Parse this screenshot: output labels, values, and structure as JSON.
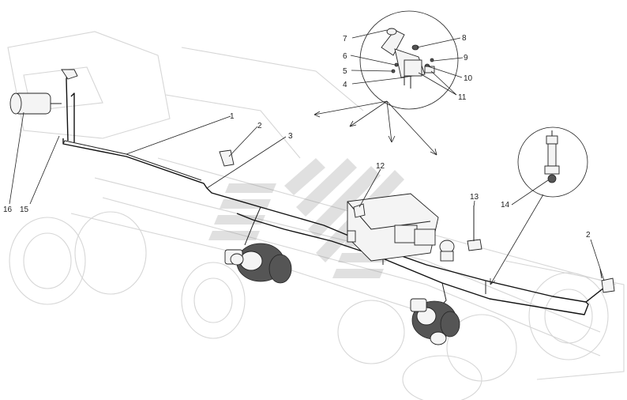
{
  "callouts": {
    "c1": "1",
    "c2a": "2",
    "c2b": "2",
    "c3": "3",
    "c4": "4",
    "c5": "5",
    "c6": "6",
    "c7": "7",
    "c8": "8",
    "c9": "9",
    "c10": "10",
    "c11": "11",
    "c12": "12",
    "c13": "13",
    "c14": "14",
    "c15": "15",
    "c16": "16"
  },
  "colors": {
    "line": "#111111",
    "ghost": "#d6d6d6",
    "watermark": "#8f8f8f"
  }
}
